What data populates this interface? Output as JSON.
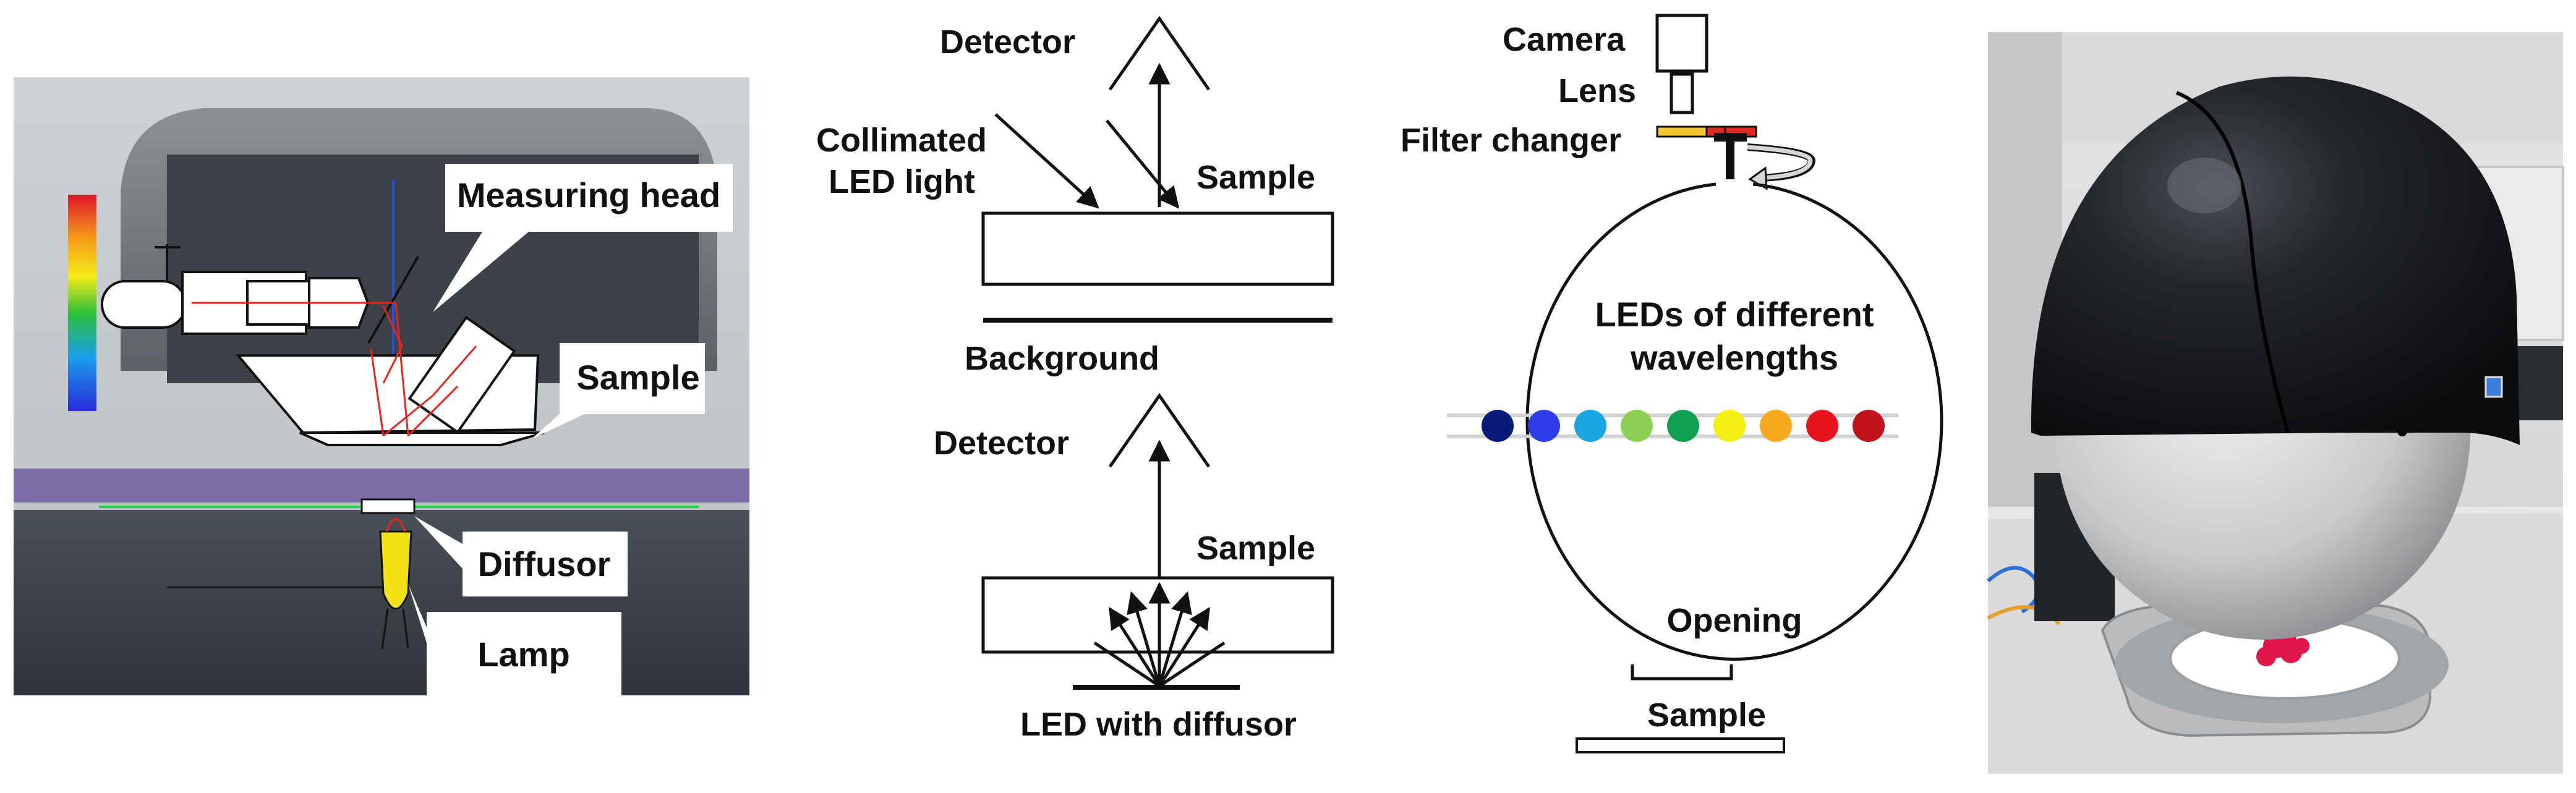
{
  "panel_a": {
    "labels": {
      "measuring_head": "Measuring head",
      "sample": "Sample",
      "diffusor": "Diffusor",
      "lamp": "Lamp"
    }
  },
  "panel_b": {
    "labels": {
      "detector_top": "Detector",
      "collimated_1": "Collimated",
      "collimated_2": "LED light",
      "sample_top": "Sample",
      "background": "Background",
      "detector_bottom": "Detector",
      "sample_bottom": "Sample",
      "led_diffusor": "LED with diffusor"
    }
  },
  "panel_c": {
    "labels": {
      "camera": "Camera",
      "lens": "Lens",
      "filter_changer": "Filter changer",
      "leds_1": "LEDs of different",
      "leds_2": "wavelengths",
      "opening": "Opening",
      "sample": "Sample"
    },
    "led_colors": [
      "#0a1a7a",
      "#2f3de8",
      "#1aa6e0",
      "#8ccf52",
      "#11a052",
      "#f5ee12",
      "#f7a81d",
      "#e8141d",
      "#c0121b"
    ]
  },
  "colors": {
    "purple_bench": "#7b6ea8",
    "dome_black": "#1b1d21",
    "lamp_yellow": "#f2e214",
    "filter_yellow": "#f2c530",
    "filter_red": "#e02a20"
  }
}
